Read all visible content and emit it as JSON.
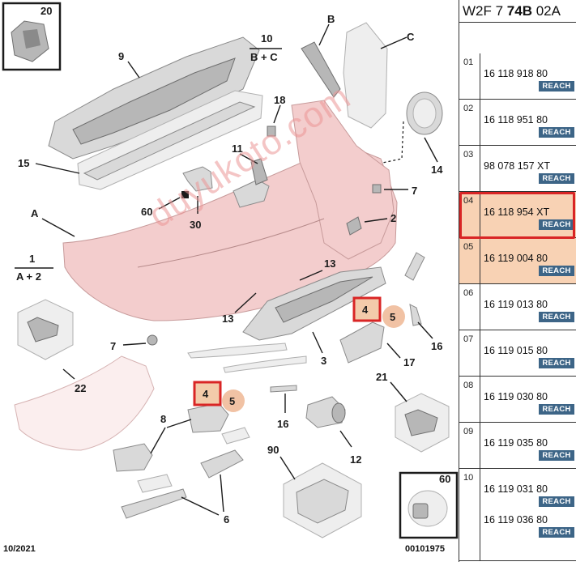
{
  "header": {
    "prefix": "W2F 7 ",
    "bold": "74B",
    "suffix": " 02A"
  },
  "footer": {
    "date": "10/2021",
    "code": "00101975"
  },
  "watermark": "duyukoto.com",
  "rows": [
    {
      "index": "01",
      "part_numbers": [
        "16 118 918 80"
      ],
      "reach": "REACH",
      "highlight": false
    },
    {
      "index": "02",
      "part_numbers": [
        "16 118 951 80"
      ],
      "reach": "REACH",
      "highlight": false
    },
    {
      "index": "03",
      "part_numbers": [
        "98 078 157 XT"
      ],
      "reach": "REACH",
      "highlight": false
    },
    {
      "index": "04",
      "part_numbers": [
        "16 118 954 XT"
      ],
      "reach": "REACH",
      "highlight": true,
      "boxed": true
    },
    {
      "index": "05",
      "part_numbers": [
        "16 119 004 80"
      ],
      "reach": "REACH",
      "highlight": true
    },
    {
      "index": "06",
      "part_numbers": [
        "16 119 013 80"
      ],
      "reach": "REACH",
      "highlight": false
    },
    {
      "index": "07",
      "part_numbers": [
        "16 119 015 80"
      ],
      "reach": "REACH",
      "highlight": false
    },
    {
      "index": "08",
      "part_numbers": [
        "16 119 030 80"
      ],
      "reach": "REACH",
      "highlight": false
    },
    {
      "index": "09",
      "part_numbers": [
        "16 119 035 80"
      ],
      "reach": "REACH",
      "highlight": false
    },
    {
      "index": "10",
      "part_numbers": [
        "16 119 031 80",
        "16 119 036 80"
      ],
      "reach": "REACH",
      "highlight": false
    }
  ],
  "callouts": {
    "c20": "20",
    "c9": "9",
    "c10": "10",
    "c10sub": "B + C",
    "cB": "B",
    "cC": "C",
    "c18": "18",
    "c15": "15",
    "c11": "11",
    "c14": "14",
    "c7a": "7",
    "cA": "A",
    "c60a": "60",
    "c30": "30",
    "c2": "2",
    "c1": "1",
    "c1sub": "A + 2",
    "c13a": "13",
    "c13b": "13",
    "c4a": "4",
    "c5a": "5",
    "c16a": "16",
    "c7b": "7",
    "c3": "3",
    "c17": "17",
    "c22": "22",
    "c4b": "4",
    "c5b": "5",
    "c21": "21",
    "c8": "8",
    "c16b": "16",
    "c12": "12",
    "c90": "90",
    "c6": "6",
    "c60b": "60"
  },
  "colors": {
    "highlight_red": "#d92525",
    "row_highlight": "#f8d2b4",
    "reach_badge": "#3d6587",
    "marker_circle": "#f1c2a4"
  }
}
